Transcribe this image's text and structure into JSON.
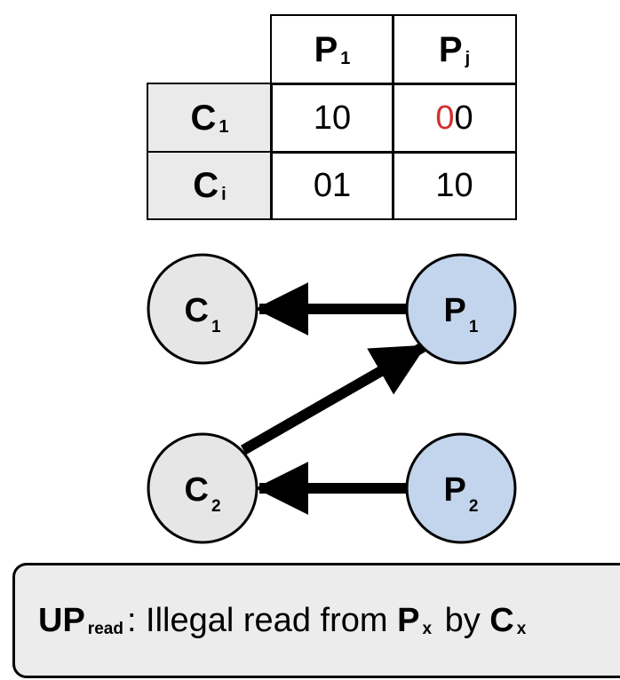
{
  "matrix": {
    "col_headers": [
      {
        "main": "P",
        "sub": "1"
      },
      {
        "main": "P",
        "sub": "j"
      }
    ],
    "rows": [
      {
        "main": "C",
        "sub": "1",
        "cells": [
          "10",
          "00"
        ]
      },
      {
        "main": "C",
        "sub": "i",
        "cells": [
          "01",
          "10"
        ]
      }
    ],
    "highlight": {
      "row": 0,
      "col": 1,
      "char_index": 0,
      "color": "#d0312d"
    }
  },
  "nodes": {
    "c1": {
      "main": "C",
      "sub": "1"
    },
    "c2": {
      "main": "C",
      "sub": "2"
    },
    "p1": {
      "main": "P",
      "sub": "1"
    },
    "p2": {
      "main": "P",
      "sub": "2"
    }
  },
  "edges": [
    {
      "from": "P1",
      "to": "C1"
    },
    {
      "from": "C2",
      "to": "P1"
    },
    {
      "from": "P2",
      "to": "C2"
    }
  ],
  "colors": {
    "consumer_fill": "#e6e6e6",
    "producer_fill": "#c3d5ec",
    "legend_bg": "#ececec",
    "highlight": "#d0312d"
  },
  "legend": {
    "term_main": "UP",
    "term_sub": "read",
    "text_middle": ": Illegal read from ",
    "p_main": "P",
    "p_sub": "x",
    "text_by": " by ",
    "c_main": "C",
    "c_sub": "x"
  }
}
